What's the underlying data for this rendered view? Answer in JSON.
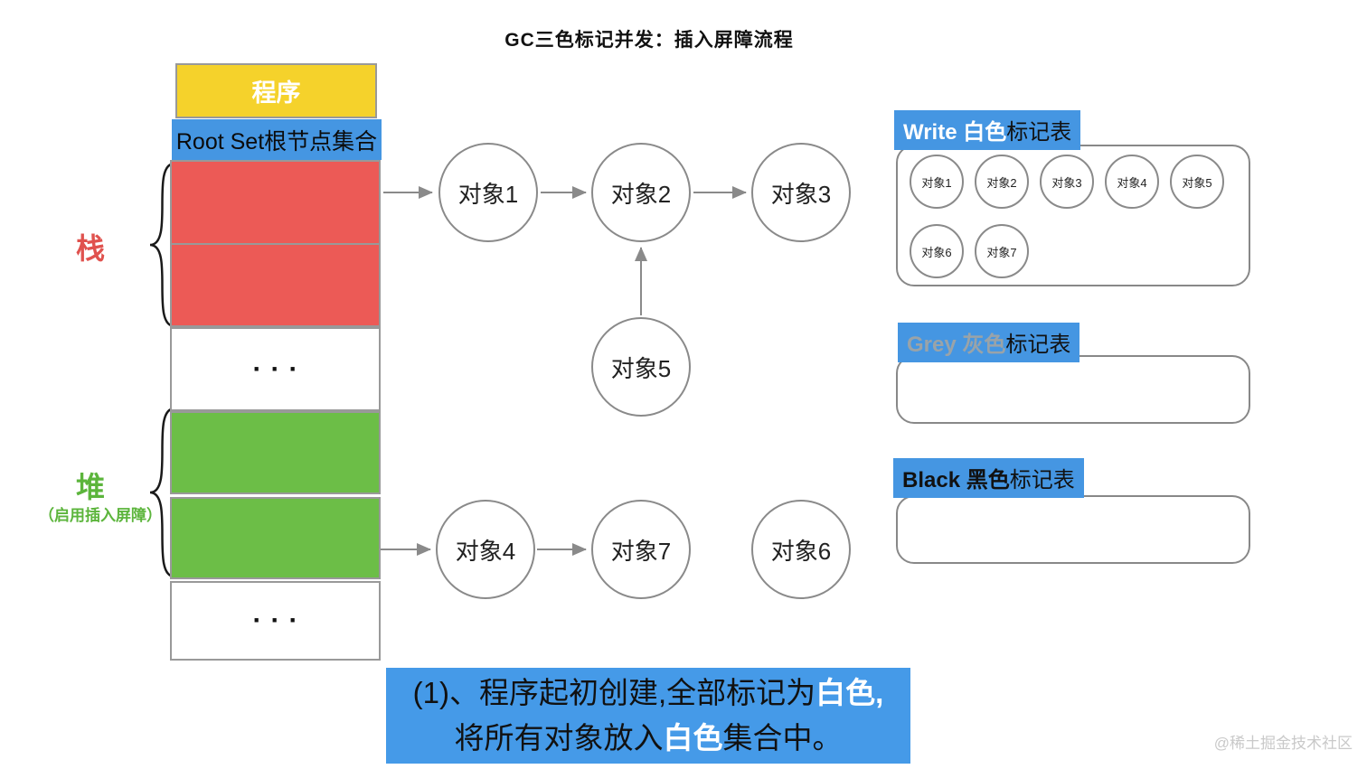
{
  "title": "GC三色标记并发：插入屏障流程",
  "colors": {
    "program_yellow": "#F5D22B",
    "label_blue": "#4596E2",
    "stack_red": "#EC5A56",
    "heap_green": "#6CBE47",
    "caption_blue": "#459AE8",
    "border_grey": "#999999"
  },
  "stack": {
    "program_label": "程序",
    "root_set_label": "Root Set根节点集合",
    "stack_brace_label": "栈",
    "heap_brace_label": "堆",
    "heap_note": "（启用插入屏障）",
    "ellipsis1": "···",
    "ellipsis2": "···"
  },
  "graph": {
    "nodes": [
      {
        "label": "对象1"
      },
      {
        "label": "对象2"
      },
      {
        "label": "对象3"
      },
      {
        "label": "对象5"
      },
      {
        "label": "对象4"
      },
      {
        "label": "对象7"
      },
      {
        "label": "对象6"
      }
    ]
  },
  "tables": {
    "white": {
      "title_en": "Write 白色",
      "title_cn": "标记表",
      "items": [
        "对象1",
        "对象2",
        "对象3",
        "对象4",
        "对象5",
        "对象6",
        "对象7"
      ]
    },
    "grey": {
      "title_en": "Grey 灰色",
      "title_cn": "标记表",
      "items": []
    },
    "black": {
      "title_en": "Black 黑色",
      "title_cn": "标记表",
      "items": []
    }
  },
  "caption": {
    "line1_pre": "(1)、程序起初创建,全部标记为",
    "line1_highlight": "白色,",
    "line1_post": "",
    "line2_pre": "将所有对象放入",
    "line2_highlight": "白色",
    "line2_post": "集合中。"
  },
  "watermark": "@稀土掘金技术社区"
}
